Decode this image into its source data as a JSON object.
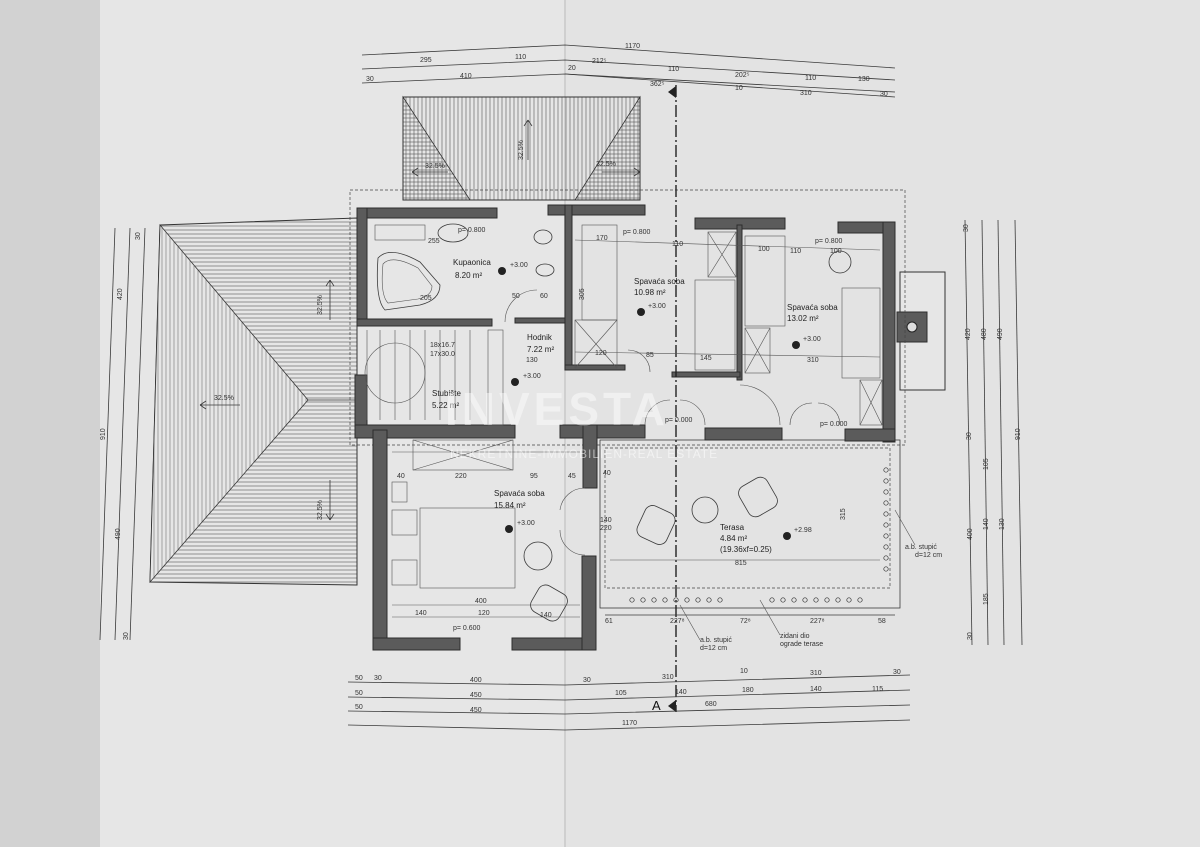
{
  "plan": {
    "section_marker": "A",
    "rooms": [
      {
        "name": "Kupaonica",
        "area": "8.20 m²",
        "level": "+3.00"
      },
      {
        "name": "Spavaća soba",
        "area": "10.98 m²",
        "level": "+3.00"
      },
      {
        "name": "Spavaća soba",
        "area": "13.02 m²",
        "level": "+3.00"
      },
      {
        "name": "Hodnik",
        "area": "7.22 m²",
        "level": "+3.00"
      },
      {
        "name": "Stubište",
        "area": "5.22 m²"
      },
      {
        "name": "Spavaća soba",
        "area": "15.84 m²",
        "level": "+3.00"
      },
      {
        "name": "Terasa",
        "area": "4.84 m²",
        "note": "(19.36xf=0.25)",
        "level": "+2.98"
      }
    ],
    "roof_slopes": [
      "32.5%",
      "32.5%",
      "32.5%",
      "32.5%",
      "32.5%",
      "32.5%"
    ],
    "stair_notes": [
      "18x16.7",
      "17x30.0"
    ],
    "sill": [
      "p= 0.600",
      "p= 0.800",
      "p= 0.800",
      "p= 0.000",
      "p= 0.000"
    ],
    "annotations": {
      "column1": "a.b. stupić",
      "column1_d": "d=12 cm",
      "column2": "a.b. stupić",
      "column2_d": "d=12 cm",
      "railing": "zidani dio",
      "railing2": "ograde terase"
    },
    "dims_top": {
      "row1": [
        "1170"
      ],
      "row2": [
        "295",
        "110",
        "212⁵",
        "110",
        "202⁵",
        "110",
        "130"
      ],
      "row3": [
        "30",
        "410",
        "20",
        "362⁵",
        "10",
        "310",
        "30"
      ]
    },
    "dims_bottom": {
      "row1": [
        "50",
        "30",
        "400",
        "30",
        "310",
        "10",
        "310",
        "30"
      ],
      "row2": [
        "50",
        "450",
        "105",
        "140",
        "180",
        "140",
        "115"
      ],
      "row3": [
        "50",
        "450",
        "680"
      ],
      "row4": [
        "1170"
      ]
    },
    "dims_right": [
      "30",
      "420",
      "480",
      "490",
      "30",
      "105",
      "400",
      "140",
      "130",
      "910",
      "185",
      "30"
    ],
    "dims_left": [
      "910",
      "420",
      "490",
      "30",
      "30"
    ],
    "dims_inner": [
      "220",
      "95",
      "45",
      "40",
      "140",
      "220",
      "40",
      "400",
      "140",
      "120",
      "140",
      "815",
      "315",
      "61",
      "227⁸",
      "72⁸",
      "227⁸",
      "58",
      "120",
      "130",
      "85",
      "145",
      "310",
      "100",
      "110",
      "100",
      "110",
      "170",
      "305",
      "60",
      "50",
      "255",
      "205"
    ]
  },
  "watermark": {
    "brand": "INVESTA",
    "tagline": "NEKRETNINE-IMMOBILIEN-REAL ESTATE"
  },
  "colors": {
    "paper": "#e4e4e4",
    "wall": "#5b5b5b",
    "line": "#3a3a3a"
  }
}
